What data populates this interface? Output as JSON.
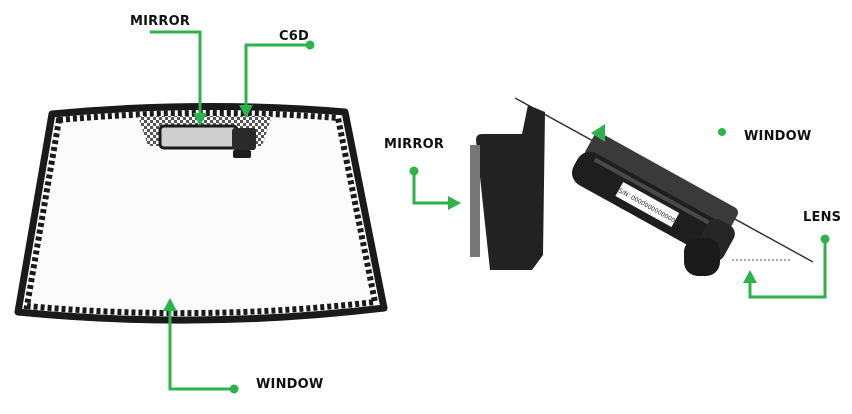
{
  "labels": {
    "front_mirror": "MIRROR",
    "front_c6d": "C6D",
    "front_window": "WINDOW",
    "side_mirror": "MIRROR",
    "side_window": "WINDOW",
    "side_lens": "LENS"
  },
  "device_sticker_text": "S/N: 0000000000000",
  "colors": {
    "accent": "#2db34a",
    "outline": "#1a1a1a",
    "device": "#222222",
    "mirror_grey": "#cfcfcf"
  },
  "icons": [
    "leader-arrow",
    "leader-dot"
  ]
}
